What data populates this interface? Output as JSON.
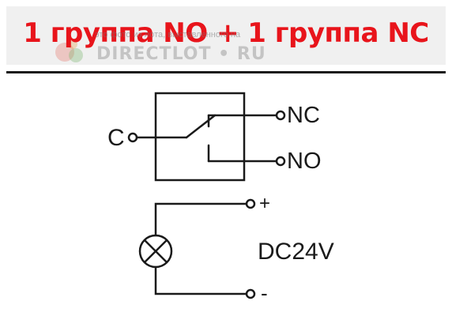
{
  "header": {
    "title": "1 группа NO + 1 группа NC",
    "title_color": "#e8141b",
    "watermark_caption": "это фото из лота, выставленного на",
    "watermark_brand": "DIRECTLOT • RU"
  },
  "diagram": {
    "labels": {
      "common": "C",
      "nc": "NC",
      "no": "NO",
      "plus": "+",
      "minus": "-",
      "voltage": "DC24V"
    },
    "line_color": "#1a1a1a"
  }
}
